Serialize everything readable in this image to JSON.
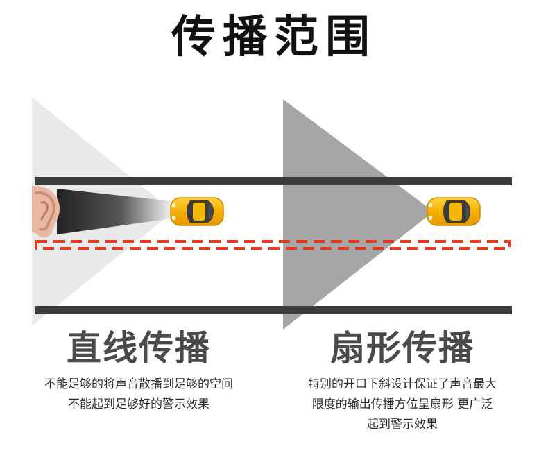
{
  "title": "传播范围",
  "colors": {
    "road_line": "#3c3c3c",
    "lane_dash": "#e8391f",
    "linear_cone": "#e9e9e9",
    "fan_cone": "#a9a9a9",
    "car_body": "#f5b800"
  },
  "panels": [
    {
      "heading": "直线传播",
      "lines": [
        "不能足够的将声音散播到足够的空间",
        "不能起到足够好的警示效果"
      ]
    },
    {
      "heading": "扇形传播",
      "lines": [
        "特别的开口下斜设计保证了声音最大",
        "限度的输出传播方位呈扇形 更广泛",
        "起到警示效果"
      ]
    }
  ],
  "icons": [
    "ear-icon",
    "car-icon",
    "car-icon"
  ]
}
